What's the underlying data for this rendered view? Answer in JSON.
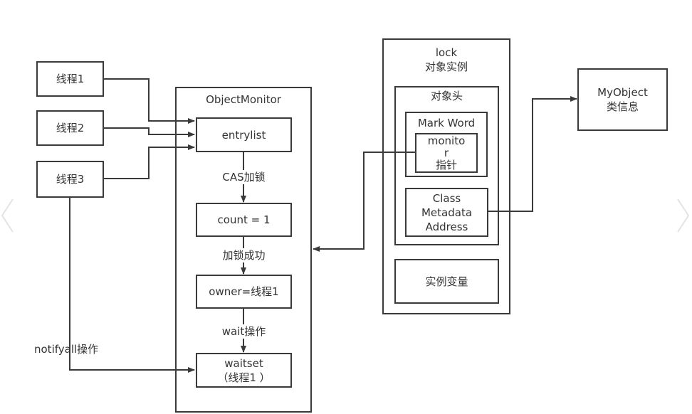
{
  "threads": [
    "线程1",
    "线程2",
    "线程3"
  ],
  "object_monitor": {
    "title": "ObjectMonitor",
    "entrylist": "entrylist",
    "cas_label": "CAS加锁",
    "count": "count = 1",
    "success_label": "加锁成功",
    "owner": "owner=线程1",
    "wait_label": "wait操作",
    "waitset_line1": "waitset",
    "waitset_line2": "（线程1 ）"
  },
  "notify_label": "notifyall操作",
  "lock": {
    "title_line1": "lock",
    "title_line2": "对象实例",
    "header_title": "对象头",
    "mark_word": "Mark Word",
    "monitor_pointer": [
      "monito",
      "r",
      "指针"
    ],
    "class_metadata": [
      "Class",
      "Metadata",
      "Address"
    ],
    "instance_vars": "实例变量"
  },
  "myobject": {
    "line1": "MyObject",
    "line2": "类信息"
  }
}
